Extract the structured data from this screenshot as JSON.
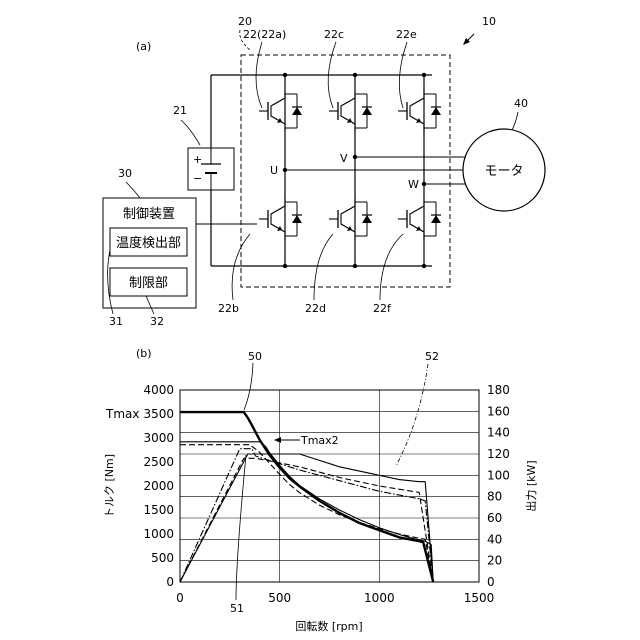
{
  "circuit": {
    "panel_label": "(a)",
    "ref_system": "10",
    "ref_inverter": "20",
    "ref_battery": "21",
    "ref_controller": "30",
    "ref_motor": "40",
    "ref_temp_detector": "31",
    "ref_limiter": "32",
    "switch_labels": [
      "22(22a)",
      "22c",
      "22e",
      "22b",
      "22d",
      "22f"
    ],
    "phase_labels": [
      "U",
      "V",
      "W"
    ],
    "battery_plus": "+",
    "battery_minus": "−",
    "controller_title": "制御装置",
    "temp_detector_label": "温度検出部",
    "limiter_label": "制限部",
    "motor_label": "モータ"
  },
  "chart": {
    "panel_label": "(b)",
    "ref_torque_curve": "50",
    "ref_power_curve": "51",
    "ref_limited_curve": "52",
    "tmax_label": "Tmax",
    "tmax2_label": "Tmax2",
    "xlabel": "回転数 [rpm]",
    "ylabel_left": "トルク [Nm]",
    "ylabel_right": "出力 [kW]"
  },
  "chart_data": {
    "type": "line",
    "xlim": [
      0,
      1500
    ],
    "ylim_left": [
      0,
      4000
    ],
    "ylim_right": [
      0,
      180
    ],
    "x_ticks": [
      0,
      500,
      1000,
      1500
    ],
    "y_left_ticks": [
      0,
      500,
      1000,
      1500,
      2000,
      2500,
      3000,
      3500,
      4000
    ],
    "y_right_ticks": [
      0,
      20,
      40,
      60,
      80,
      100,
      120,
      140,
      160,
      180
    ],
    "grid": true,
    "series": [
      {
        "name": "50",
        "axis": "left",
        "style": "solid-thick",
        "x": [
          0,
          320,
          340,
          360,
          400,
          450,
          500,
          550,
          600,
          700,
          800,
          900,
          1000,
          1100,
          1200,
          1220,
          1270
        ],
        "y": [
          3540,
          3540,
          3420,
          3270,
          2960,
          2640,
          2380,
          2160,
          1990,
          1690,
          1440,
          1230,
          1080,
          930,
          850,
          830,
          0
        ]
      },
      {
        "name": "Tmax2",
        "axis": "left",
        "style": "solid-thin",
        "x": [
          0,
          400,
          430,
          450,
          500,
          550,
          600,
          700,
          800,
          900,
          1000,
          1100,
          1200,
          1230,
          1260,
          1270
        ],
        "y": [
          2920,
          2920,
          2820,
          2690,
          2430,
          2200,
          2010,
          1730,
          1500,
          1300,
          1130,
          990,
          870,
          850,
          780,
          0
        ]
      },
      {
        "name": "51",
        "axis": "left",
        "style": "dashed",
        "x": [
          0,
          350,
          400,
          450,
          500,
          550,
          600,
          700,
          800,
          900,
          1000,
          1100,
          1200,
          1230,
          1270
        ],
        "y": [
          2860,
          2860,
          2700,
          2470,
          2240,
          2030,
          1860,
          1600,
          1400,
          1240,
          1110,
          1000,
          910,
          890,
          0
        ]
      },
      {
        "name": "power_solid",
        "axis": "right",
        "style": "solid-thin",
        "x": [
          0,
          340,
          360,
          600,
          700,
          800,
          900,
          1000,
          1100,
          1200,
          1230,
          1270
        ],
        "y": [
          0,
          120,
          120,
          120,
          114,
          108,
          104,
          100,
          96,
          94,
          94,
          0
        ]
      },
      {
        "name": "power_dashdot",
        "axis": "right",
        "style": "dashdot",
        "x": [
          0,
          300,
          360,
          380,
          600,
          800,
          1000,
          1200,
          1230,
          1270
        ],
        "y": [
          0,
          125,
          125,
          118,
          105,
          95,
          85,
          78,
          76,
          0
        ]
      },
      {
        "name": "power_dashed",
        "axis": "right",
        "style": "dashed",
        "x": [
          0,
          320,
          380,
          600,
          800,
          1000,
          1200,
          1270
        ],
        "y": [
          0,
          116,
          116,
          108,
          98,
          90,
          84,
          0
        ]
      }
    ]
  }
}
